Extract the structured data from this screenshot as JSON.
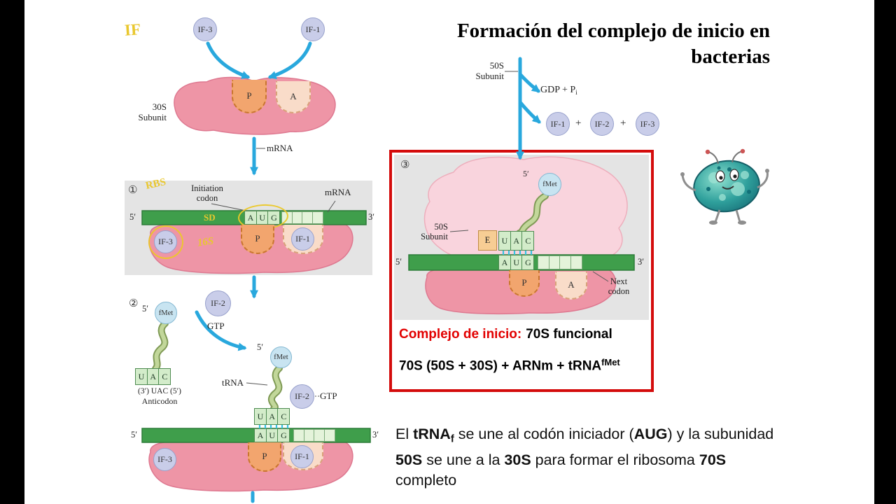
{
  "title": {
    "line1": "Formación del complejo de inicio en",
    "line2": "bacterias"
  },
  "shared": {
    "five_prime": "5′",
    "three_prime": "3′",
    "mrna": "mRNA",
    "trna": "tRNA",
    "p": "P",
    "a": "A",
    "e": "E",
    "fmet": "fMet",
    "if1": "IF-1",
    "if2": "IF-2",
    "if3": "IF-3",
    "gtp": "GTP",
    "plus": "+"
  },
  "top_left": {
    "if_tag": "IF",
    "subunit_l1": "30S",
    "subunit_l2": "Subunit"
  },
  "step1": {
    "number": "①",
    "rbs": "RBS",
    "init_l1": "Initiation",
    "init_l2": "codon",
    "sd": "SD",
    "s16": "16S",
    "aug": [
      "A",
      "U",
      "G"
    ]
  },
  "step2": {
    "number": "②",
    "uac": [
      "U",
      "A",
      "C"
    ],
    "anticodon_seq": "(3′) UAC (5′)",
    "anticodon": "Anticodon"
  },
  "assembly": {
    "uac": [
      "U",
      "A",
      "C"
    ],
    "aug": [
      "A",
      "U",
      "G"
    ]
  },
  "right_top": {
    "subunit_l1": "50S",
    "subunit_l2": "Subunit",
    "gdp_main": "GDP + P",
    "gdp_sub": "i"
  },
  "step3": {
    "number": "③",
    "subunit_l1": "50S",
    "subunit_l2": "Subunit",
    "uac": [
      "U",
      "A",
      "C"
    ],
    "aug": [
      "A",
      "U",
      "G"
    ],
    "next_l1": "Next",
    "next_l2": "codon"
  },
  "result": {
    "label": "Complejo de inicio:",
    "value": "70S funcional",
    "formula": "70S (50S + 30S) + ARNm + tRNA",
    "formula_sup": "fMet"
  },
  "caption": {
    "p1": "El ",
    "p2": "tRNA",
    "p3": "f",
    "p4": " se une al codón iniciador (",
    "p5": "AUG",
    "p6": ") y  la subunidad",
    "p7": "50S",
    "p8": " se une a la ",
    "p9": "30S",
    "p10": " para formar el ribosoma ",
    "p11": "70S",
    "p12": "completo"
  }
}
